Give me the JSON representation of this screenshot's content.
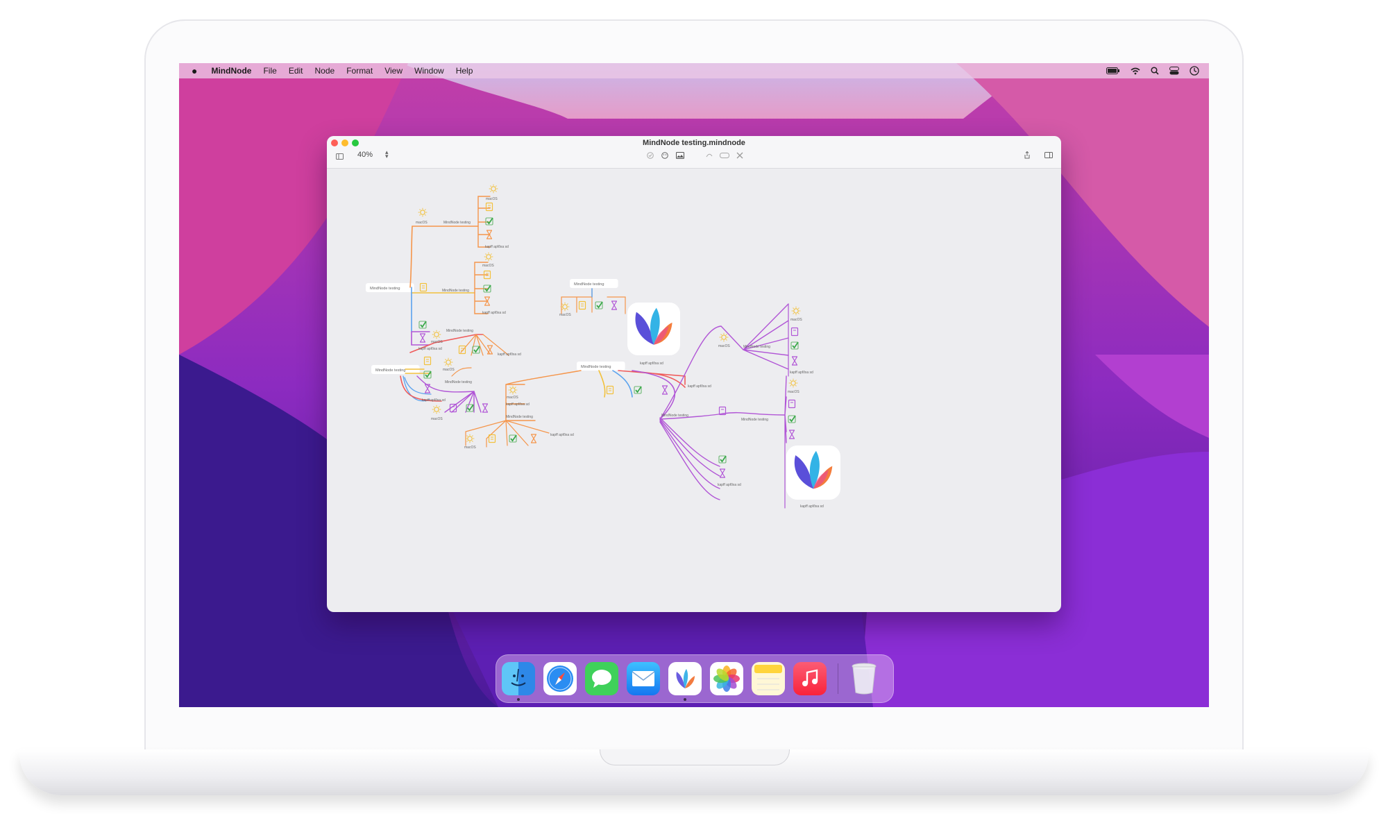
{
  "menubar": {
    "apple": "",
    "app_name": "MindNode",
    "items": [
      "File",
      "Edit",
      "Node",
      "Format",
      "View",
      "Window",
      "Help"
    ],
    "status_icons": [
      "battery-icon",
      "wifi-icon",
      "search-icon",
      "control-center-icon",
      "clock-icon"
    ]
  },
  "window": {
    "title": "MindNode testing.mindnode",
    "zoom": "40%",
    "toolbar_icons": [
      "sidebar-icon",
      "zoom-stepper-icon",
      "check-icon",
      "emoji-icon",
      "image-icon",
      "link-icon",
      "note-icon",
      "cross-connection-icon",
      "share-icon",
      "inspector-icon"
    ]
  },
  "mindmap": {
    "main_label": "MindNode testing",
    "os_label": "macOS",
    "mixed_label": "kapff apfðxa sd",
    "colors": {
      "orange": "#f5954a",
      "blue": "#5aa2ee",
      "yellow": "#f2c13c",
      "purple": "#b156d6",
      "red": "#ef5a5a",
      "green": "#3aa94a"
    }
  },
  "dock": {
    "apps": [
      "Finder",
      "Safari",
      "Messages",
      "Mail",
      "MindNode",
      "Photos",
      "Notes",
      "Music",
      "Trash"
    ]
  }
}
